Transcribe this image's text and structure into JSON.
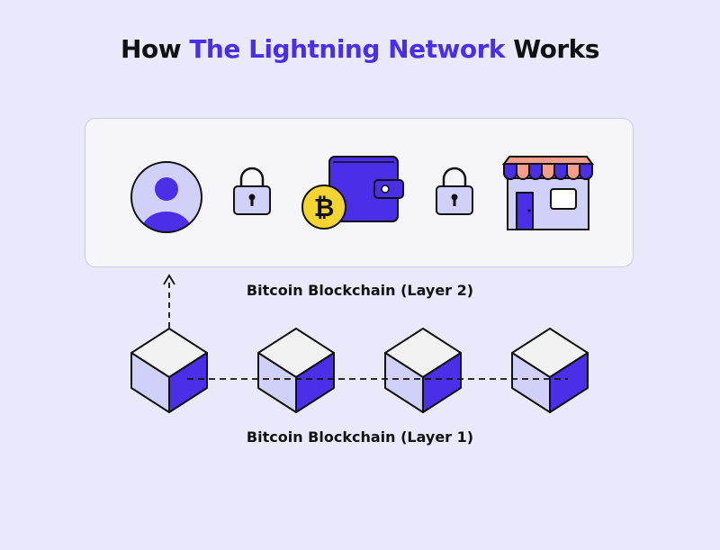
{
  "title": {
    "prefix": "How ",
    "highlight": "The Lightning Network",
    "suffix": " Works"
  },
  "layer2": {
    "label": "Bitcoin Blockchain (Layer 2)",
    "icons": [
      "user-avatar-icon",
      "lock-icon",
      "bitcoin-wallet-icon",
      "lock-icon",
      "storefront-icon"
    ]
  },
  "layer1": {
    "label": "Bitcoin Blockchain (Layer 1)",
    "block_count": 4,
    "icon": "cube-icon"
  },
  "colors": {
    "background": "#e9e9fb",
    "accent": "#4a2ee8",
    "cube_light": "#d0d0f8",
    "cube_top": "#f2f2f2",
    "coin": "#f4d431",
    "awning": "#f59d86",
    "outline": "#111111"
  }
}
